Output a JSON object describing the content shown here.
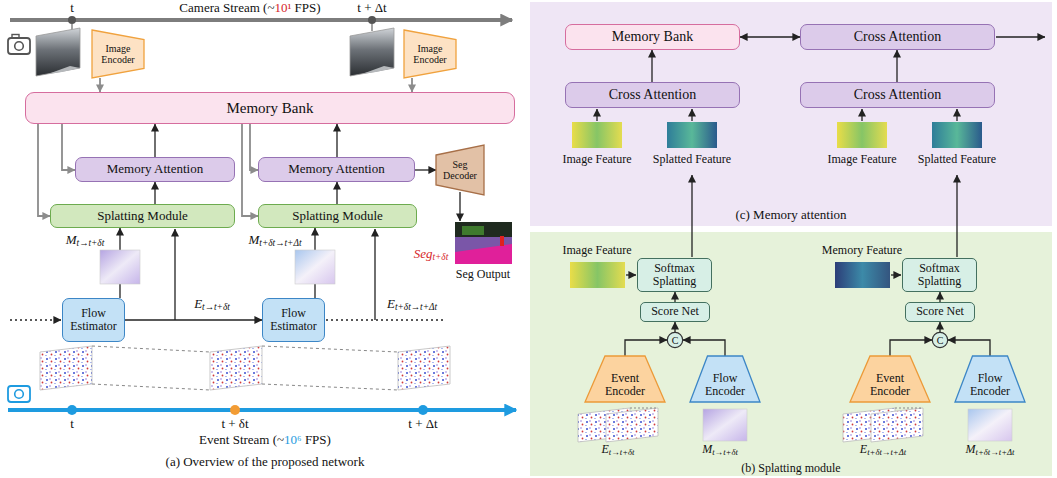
{
  "diagram": {
    "nodes": [
      {
        "text": [
          "Image Encoder"
        ]
      },
      {
        "text": [
          "Image Encoder"
        ]
      },
      {
        "text": [
          "Memory Bank"
        ]
      },
      {
        "text": [
          "Memory Attention"
        ]
      },
      {
        "text": [
          "Memory Attention"
        ]
      },
      {
        "text": [
          "Seg Decoder"
        ]
      },
      {
        "text": [
          "Splatting Module"
        ]
      },
      {
        "text": [
          "Splatting Module"
        ]
      },
      {
        "text": [
          "Flow Estimator"
        ]
      },
      {
        "text": [
          "Flow Estimator"
        ]
      },
      {
        "text": [
          "(c) Memory attention"
        ]
      },
      {
        "text": [
          "Memory Bank"
        ],
        "in": 10
      },
      {
        "text": [
          "Cross Attention"
        ],
        "in": 10
      },
      {
        "text": [
          "Cross Attention"
        ],
        "in": 10
      },
      {
        "text": [
          "Cross Attention"
        ],
        "in": 10
      },
      {
        "text": [
          "(b) Splatting module"
        ]
      },
      {
        "text": [
          "Softmax Splatting"
        ],
        "in": 15
      },
      {
        "text": [
          "Score Net"
        ],
        "in": 15
      },
      {
        "text": [
          "C"
        ],
        "in": 15
      },
      {
        "text": [
          "Event Encoder"
        ],
        "in": 15
      },
      {
        "text": [
          "Flow Encoder"
        ],
        "in": 15
      },
      {
        "text": [
          "Softmax Splatting"
        ],
        "in": 15
      },
      {
        "text": [
          "Score Net"
        ],
        "in": 15
      },
      {
        "text": [
          "C"
        ],
        "in": 15
      },
      {
        "text": [
          "Event Encoder"
        ],
        "in": 15
      },
      {
        "text": [
          "Flow Encoder"
        ],
        "in": 15
      }
    ],
    "edges": [
      {
        "from": 0,
        "to": 2,
        "arrow": "to"
      },
      {
        "from": 1,
        "to": 2,
        "arrow": "to"
      },
      {
        "from": 2,
        "to": 3,
        "arrow": "to"
      },
      {
        "from": 2,
        "to": 6,
        "arrow": "to"
      },
      {
        "from": 6,
        "to": 3,
        "arrow": "to"
      },
      {
        "from": 3,
        "to": 2,
        "arrow": "to"
      },
      {
        "from": 2,
        "to": 4,
        "arrow": "to"
      },
      {
        "from": 2,
        "to": 7,
        "arrow": "to"
      },
      {
        "from": 7,
        "to": 4,
        "arrow": "to"
      },
      {
        "from": 4,
        "to": 2,
        "arrow": "to"
      },
      {
        "from": 4,
        "to": 5,
        "arrow": "to"
      },
      {
        "from": 8,
        "to": 6,
        "arrow": "to"
      },
      {
        "from": 9,
        "to": 7,
        "arrow": "to"
      },
      {
        "from": 8,
        "to": 9,
        "arrow": "to"
      },
      {
        "from": 13,
        "to": 11,
        "arrow": "to"
      },
      {
        "from": 11,
        "to": 12,
        "arrow": "both"
      },
      {
        "from": 14,
        "to": 12,
        "arrow": "to"
      },
      {
        "from": 17,
        "to": 16,
        "arrow": "to"
      },
      {
        "from": 18,
        "to": 17,
        "arrow": "to"
      },
      {
        "from": 19,
        "to": 18,
        "arrow": "to"
      },
      {
        "from": 20,
        "to": 18,
        "arrow": "to"
      },
      {
        "from": 22,
        "to": 21,
        "arrow": "to"
      },
      {
        "from": 23,
        "to": 22,
        "arrow": "to"
      },
      {
        "from": 24,
        "to": 23,
        "arrow": "to"
      },
      {
        "from": 25,
        "to": 23,
        "arrow": "to"
      }
    ],
    "labels": [
      "t",
      "t + Δt",
      "Camera Stream (~10¹ FPS)",
      "Mt→t+δt",
      "Mt+δt→t+Δt",
      "Et→t+δt",
      "Et+δt→t+Δt",
      "Segt+δt",
      "Seg Output",
      "t",
      "t + δt",
      "t + Δt",
      "Event Stream (~10⁶ FPS)",
      "(a) Overview of the proposed network",
      "Image Feature",
      "Splatted Feature",
      "Image Feature",
      "Splatted Feature",
      "Image Feature",
      "Memory Feature",
      "Et→t+δt",
      "Mt→t+δt",
      "Et+δt→t+Δt",
      "Mt+δt→t+Δt"
    ]
  }
}
